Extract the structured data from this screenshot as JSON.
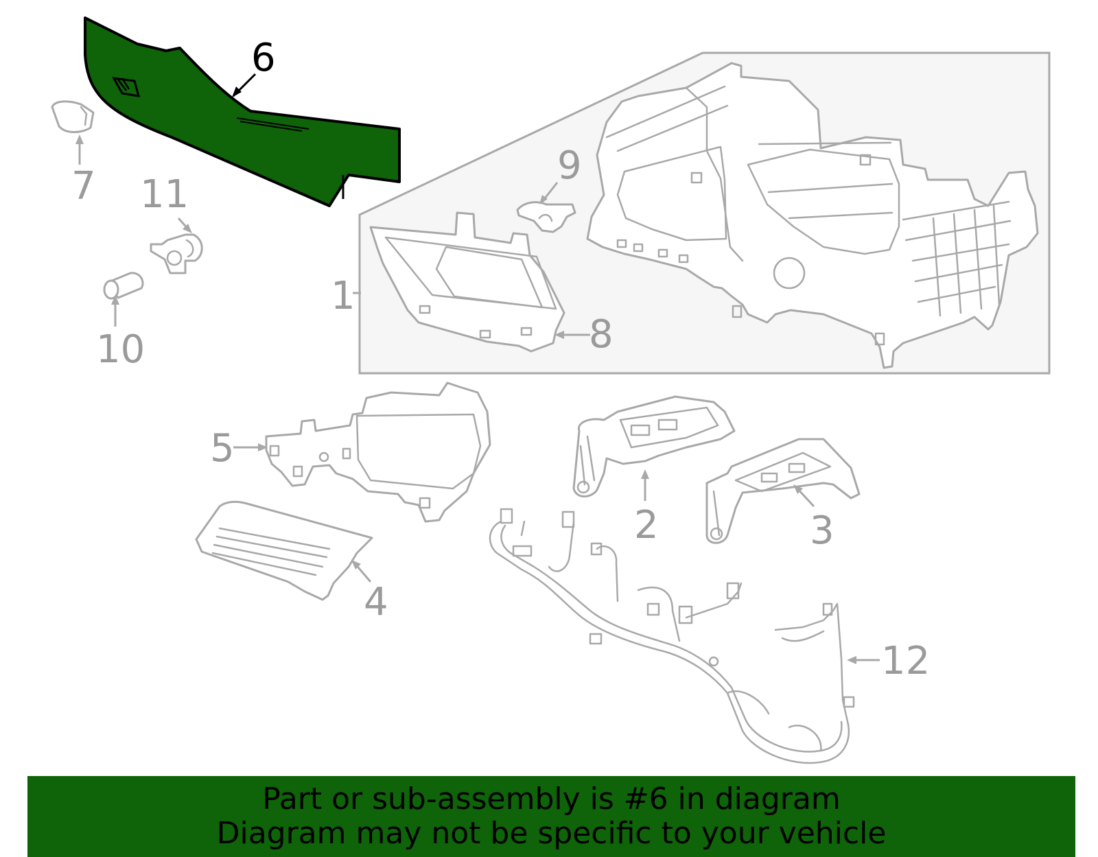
{
  "callouts": {
    "c1": "1",
    "c2": "2",
    "c3": "3",
    "c4": "4",
    "c5": "5",
    "c6": "6",
    "c7": "7",
    "c8": "8",
    "c9": "9",
    "c10": "10",
    "c11": "11",
    "c12": "12"
  },
  "highlighted_part": "6",
  "colors": {
    "highlight_fill": "#0f6309",
    "outline_gray": "#a8a8a8",
    "callout_gray": "#9a9a9a",
    "inset_background": "#f6f6f6",
    "banner_background": "#0f6309"
  },
  "banner": {
    "line1": "Part or sub-assembly is #6 in diagram",
    "line2": "Diagram may not be specific to your vehicle"
  }
}
